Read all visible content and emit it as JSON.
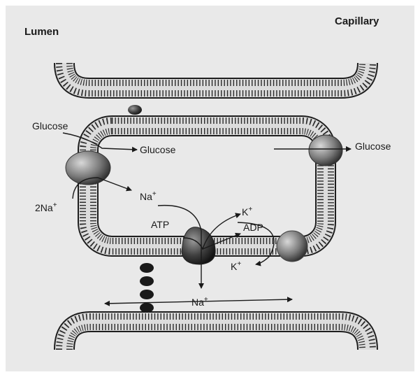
{
  "headers": {
    "lumen": "Lumen",
    "capillary": "Capillary"
  },
  "labels": {
    "glucose_in": "Glucose",
    "glucose_mid": "Glucose",
    "glucose_out": "Glucose",
    "two_na": "2Na",
    "na_mid": "Na",
    "atp": "ATP",
    "adp": "ADP",
    "k_top": "K",
    "k_bottom": "K",
    "na_bottom": "Na",
    "plus": "+"
  }
}
